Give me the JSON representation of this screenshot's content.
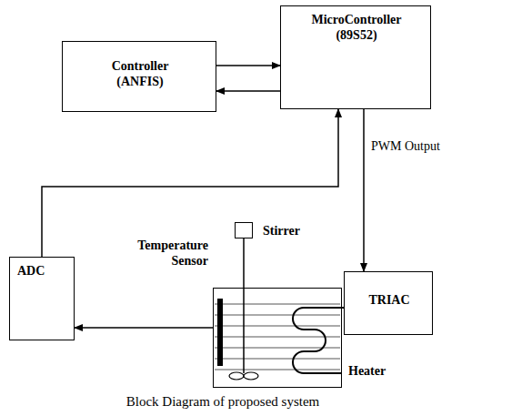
{
  "diagram": {
    "caption": "Block Diagram of proposed system",
    "nodes": [
      {
        "text": [
          "Controller (ANFIS)"
        ]
      },
      {
        "text": [
          "MicroController (89S52)"
        ]
      },
      {
        "text": [
          "ADC"
        ]
      },
      {
        "text": [
          "TRIAC"
        ]
      },
      {
        "text": [
          "Temperature Sensor",
          "Heater"
        ]
      },
      {
        "text": [
          "Stirrer"
        ]
      }
    ],
    "edges": [
      {
        "from": 0,
        "to": 1,
        "arrow": "to"
      },
      {
        "from": 1,
        "to": 0,
        "arrow": "to"
      },
      {
        "from": 1,
        "to": 3,
        "label": "PWM Output",
        "arrow": "to"
      },
      {
        "from": 4,
        "to": 2,
        "arrow": "to"
      },
      {
        "from": 2,
        "to": 1,
        "arrow": "to"
      },
      {
        "from": 3,
        "to": 4,
        "arrow": "to"
      },
      {
        "from": 5,
        "to": 4,
        "arrow": "none"
      }
    ]
  }
}
